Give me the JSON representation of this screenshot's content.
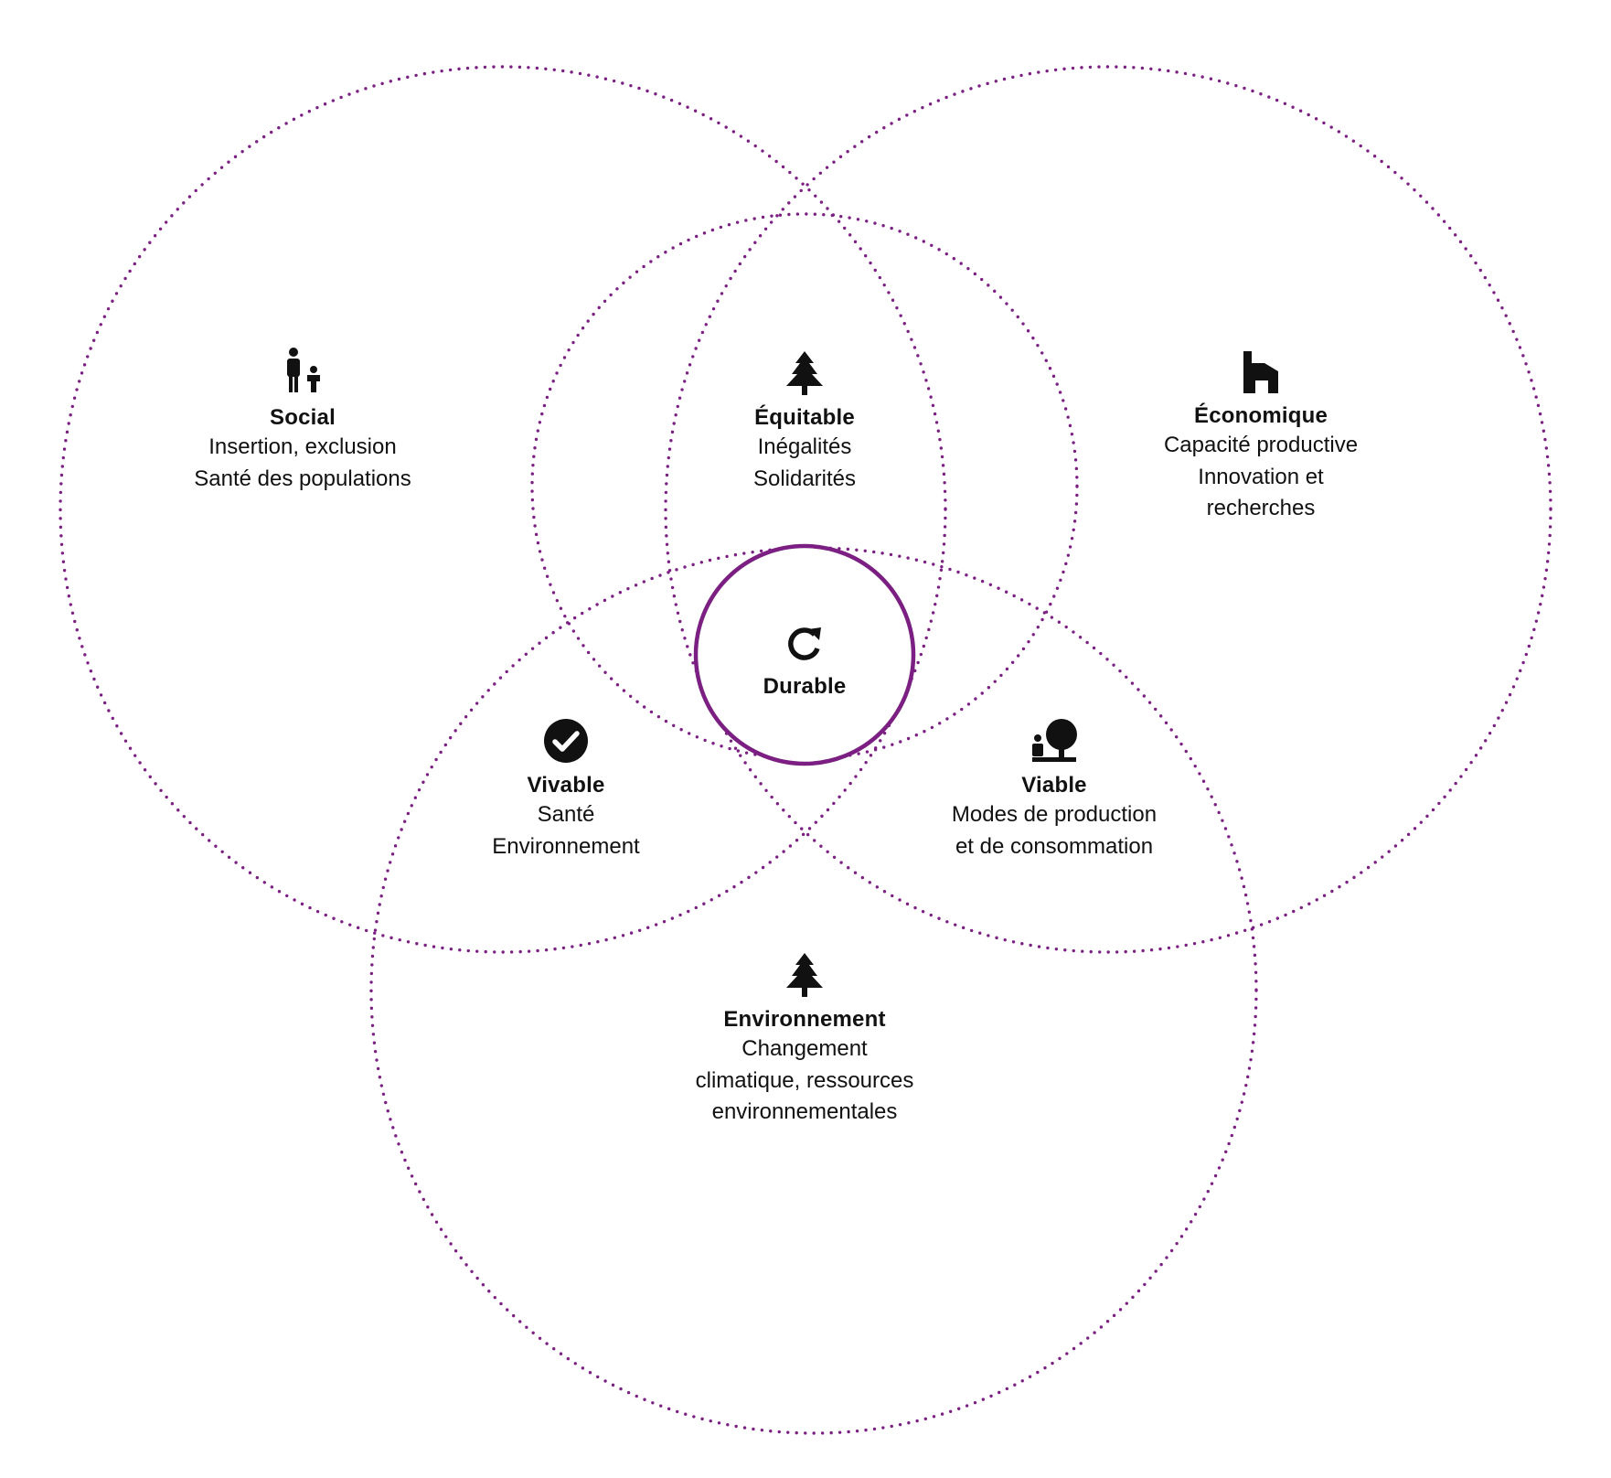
{
  "colors": {
    "accent": "#7b1f82",
    "text": "#111111",
    "background": "#ffffff"
  },
  "regions": {
    "social": {
      "icon": "family-icon",
      "title": "Social",
      "lines": [
        "Insertion, exclusion",
        "Santé des populations"
      ]
    },
    "equitable": {
      "icon": "tree-icon",
      "title": "Équitable",
      "lines": [
        "Inégalités",
        "Solidarités"
      ]
    },
    "economique": {
      "icon": "factory-icon",
      "title": "Économique",
      "lines": [
        "Capacité productive",
        "Innovation et",
        "recherches"
      ]
    },
    "durable": {
      "icon": "refresh-icon",
      "title": "Durable"
    },
    "vivable": {
      "icon": "check-circle-icon",
      "title": "Vivable",
      "lines": [
        "Santé",
        "Environnement"
      ]
    },
    "viable": {
      "icon": "person-tree-icon",
      "title": "Viable",
      "lines": [
        "Modes de production",
        "et de consommation"
      ]
    },
    "environnement": {
      "icon": "tree-icon",
      "title": "Environnement",
      "lines": [
        "Changement",
        "climatique, ressources",
        "environnementales"
      ]
    }
  }
}
